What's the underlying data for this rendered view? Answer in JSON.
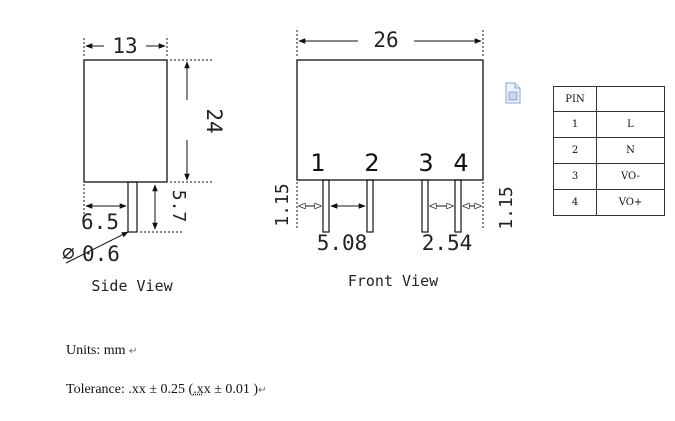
{
  "side_view": {
    "width_dim": "13",
    "height_dim": "24",
    "pin_length_dim": "5.7",
    "pin_offset_dim": "6.5",
    "pin_diameter_dim": "0.6",
    "diameter_symbol": "⌀",
    "label": "Side View"
  },
  "front_view": {
    "width_dim": "26",
    "pins": [
      "1",
      "2",
      "3",
      "4"
    ],
    "left_dim": "1.15",
    "right_dim": "1.15",
    "pitch_major_dim": "5.08",
    "pitch_minor_dim": "2.54",
    "label": "Front View"
  },
  "pin_table": {
    "header": [
      "PIN",
      ""
    ],
    "rows": [
      [
        "1",
        "L"
      ],
      [
        "2",
        "N"
      ],
      [
        "3",
        "VO-"
      ],
      [
        "4",
        "VO+"
      ]
    ]
  },
  "notes": {
    "units": "Units: mm",
    "tolerance_prefix": "Tolerance: .xx ± 0.25 (",
    "tolerance_underlined": ".x",
    "tolerance_suffix": "x ± 0.01 )",
    "return_mark": "↵"
  },
  "icons": {
    "document": "document-icon"
  }
}
